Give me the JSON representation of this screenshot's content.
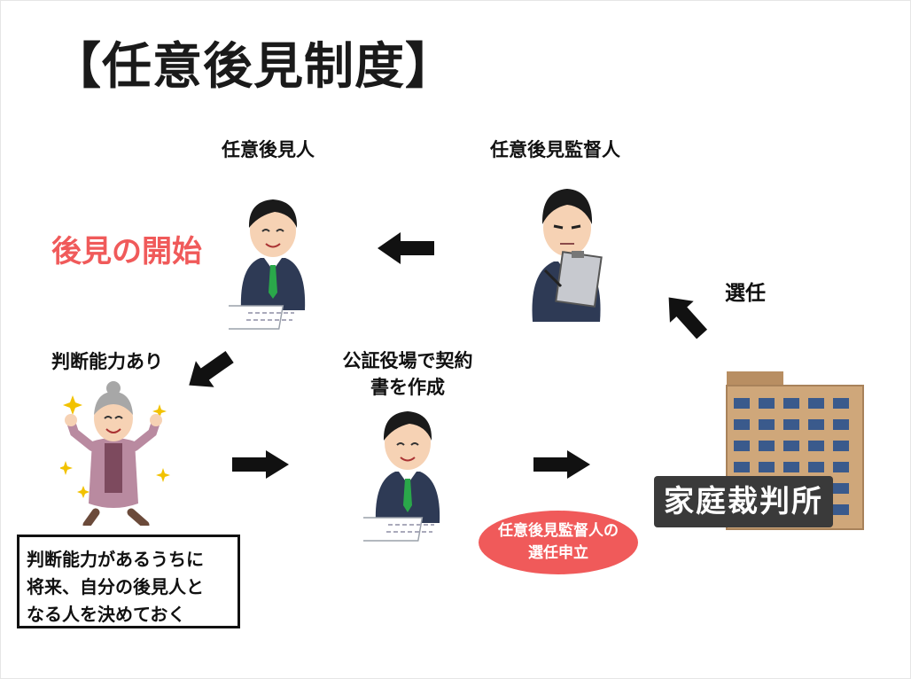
{
  "title": "【任意後見制度】",
  "labels": {
    "guardian": "任意後見人",
    "supervisor": "任意後見監督人",
    "appointment": "選任",
    "start": "後見の開始",
    "capacity": "判断能力あり",
    "notary": [
      "公証役場で契約",
      "書を作成"
    ],
    "court_sign": "家庭裁判所"
  },
  "note": [
    "判断能力があるうちに",
    "将来、自分の後見人と",
    "なる人を決めておく"
  ],
  "petition": [
    "任意後見監督人の",
    "選任申立"
  ],
  "colors": {
    "accent_red": "#f05a5a",
    "suit_navy": "#2e3a55",
    "tie_green": "#2aa84a",
    "building_tan": "#cfa77a",
    "window_blue": "#3a5a8c",
    "sign_bg": "#3a3a3a"
  },
  "icons": [
    "guardian-person-icon",
    "supervisor-person-icon",
    "elderly-woman-icon",
    "notary-person-icon",
    "court-building-icon",
    "arrow-left-icon",
    "arrow-down-left-icon",
    "arrow-right-icon",
    "arrow-up-left-icon"
  ]
}
